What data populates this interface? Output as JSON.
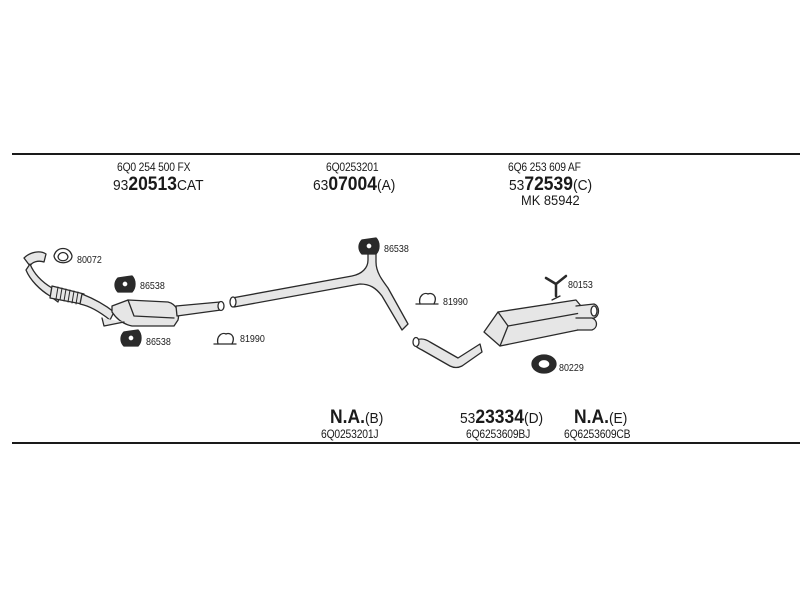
{
  "top_labels": [
    {
      "part_no": "6Q0 254 500 FX",
      "code_prefix": "93",
      "code_main": "20513",
      "code_suffix": "CAT"
    },
    {
      "part_no": "6Q0253201",
      "code_prefix": "63",
      "code_main": "07004",
      "code_suffix": "(A)"
    },
    {
      "part_no": "6Q6 253 609 AF",
      "code_prefix": "53",
      "code_main": "72539",
      "code_suffix": "(C)",
      "kit": "MK  85942"
    }
  ],
  "bottom_labels": [
    {
      "code_prefix": "",
      "code_main": "N.A.",
      "code_suffix": "(B)",
      "part_no": "6Q0253201J"
    },
    {
      "code_prefix": "53",
      "code_main": "23334",
      "code_suffix": "(D)",
      "part_no": "6Q6253609BJ"
    },
    {
      "code_prefix": "",
      "code_main": "N.A.",
      "code_suffix": "(E)",
      "part_no": "6Q6253609CB"
    }
  ],
  "part_callouts": {
    "ring_gasket_front": "80072",
    "mount_upper_left": "86538",
    "mount_lower_left": "86538",
    "clamp_front": "81990",
    "mount_middle": "86538",
    "clamp_middle": "81990",
    "bracket_rear": "80153",
    "ring_rear": "80229"
  },
  "colors": {
    "line": "#1a1a1a",
    "pipe_fill": "#e6e6e6",
    "pipe_edge": "#2a2a2a"
  }
}
